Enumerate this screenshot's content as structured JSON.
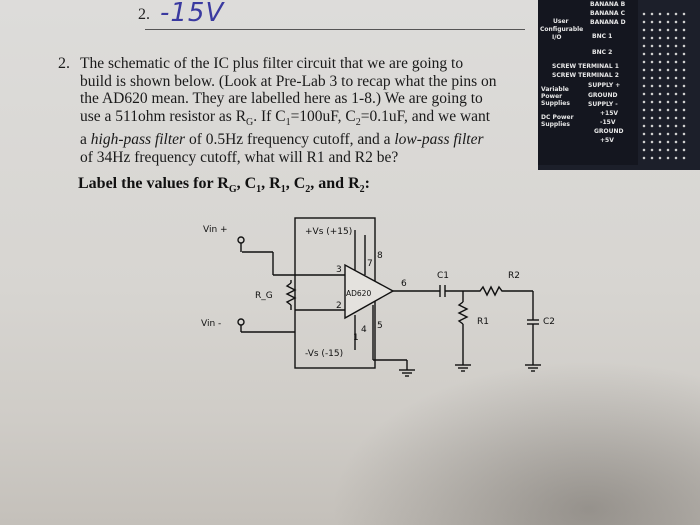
{
  "header": {
    "number": "2.",
    "handwritten_answer": "-15V"
  },
  "question": {
    "number": "2.",
    "lines": [
      "The schematic of the IC plus filter circuit that we are going to",
      "build is shown below. (Look at Pre-Lab 3 to recap what the pins on",
      "the AD620 mean. They are labelled here as 1-8.) We are going to",
      "use a 511ohm resistor as R",
      "a high-pass filter of 0.5Hz frequency cutoff, and a low-pass filter",
      "of 34Hz frequency cutoff, what will R1 and R2 be?"
    ],
    "line4_rest": ". If C",
    "line4_sub1": "G",
    "line4_c1val": "=100uF, C",
    "line4_c2val": "=0.1uF, and we want",
    "sub_1": "1",
    "sub_2": "2",
    "line5_prefix": "a ",
    "line5_italic1": "high-pass filter",
    "line5_mid": " of 0.5Hz frequency cutoff, and a ",
    "line5_italic2": "low-pass filter",
    "bold_instruction": "Label the values for RG, C1, R1, C2, and R2:",
    "bold_parts": [
      "Label the values for R",
      "G",
      ", C",
      "1",
      ", R",
      "1",
      ", C",
      "2",
      ", and R",
      "2",
      ":"
    ]
  },
  "board": {
    "labels": [
      "BANANA B",
      "BANANA C",
      "BANANA D",
      "User",
      "Configurable",
      "I/O",
      "BNC 1",
      "BNC 2",
      "SCREW TERMINAL 1",
      "SCREW TERMINAL 2",
      "Variable",
      "Power",
      "Supplies",
      "SUPPLY +",
      "GROUND",
      "SUPPLY -",
      "DC Power",
      "Supplies",
      "+15V",
      "-15V",
      "GROUND",
      "+5V"
    ]
  },
  "schematic": {
    "vin_plus": "Vin +",
    "vin_minus": "Vin -",
    "vs_plus": "+Vs (+15)",
    "vs_minus": "-Vs (-15)",
    "rg": "R_G",
    "chip": "AD620",
    "c1": "C1",
    "r2": "R2",
    "r1": "R1",
    "c2": "C2",
    "pins": [
      "1",
      "2",
      "3",
      "4",
      "5",
      "6",
      "7",
      "8"
    ]
  }
}
